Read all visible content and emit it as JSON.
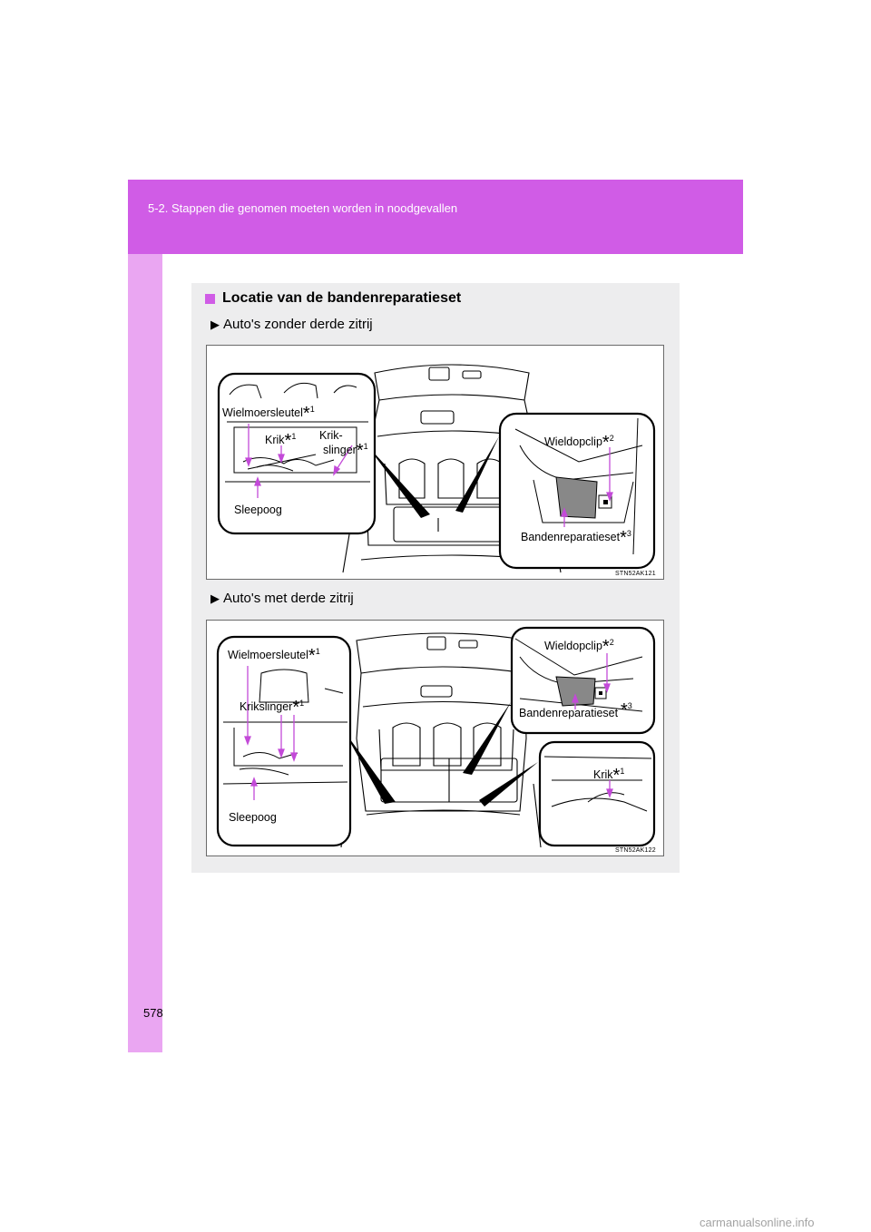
{
  "header": {
    "breadcrumb": "5-2. Stappen die genomen moeten worden in noodgevallen"
  },
  "section": {
    "title": "Locatie van de bandenreparatieset",
    "variant_1": "Auto's zonder derde zitrij",
    "variant_2": "Auto's met derde zitrij"
  },
  "figure_1": {
    "code": "STN52AK121",
    "labels": {
      "wielmoersleutel": "Wielmoersleutel",
      "krik": "Krik",
      "krik_slinger_1": "Krik-",
      "krik_slinger_2": "slinger",
      "sleepoog": "Sleepoog",
      "wieldopclip": "Wieldopclip",
      "bandenreparatieset": "Bandenreparatieset"
    },
    "marks": {
      "asterisk": "*",
      "n1": "1",
      "n2": "2",
      "n3": "3"
    }
  },
  "figure_2": {
    "code": "STN52AK122",
    "labels": {
      "wielmoersleutel": "Wielmoersleutel",
      "krikslinger": "Krikslinger",
      "sleepoog": "Sleepoog",
      "wieldopclip": "Wieldopclip",
      "bandenreparatieset": "Bandenreparatieset",
      "krik": "Krik"
    },
    "marks": {
      "asterisk": "*",
      "n1": "1",
      "n2": "2",
      "n3": "3"
    }
  },
  "footer": {
    "page_number": "578",
    "watermark": "carmanualsonline.info"
  },
  "colors": {
    "header_band": "#d05ce6",
    "side_strip": "#eaa6f2",
    "content_box": "#ededee",
    "callout_line": "#c34ad8"
  },
  "icons": {
    "heading_marker": "square-icon",
    "variant_marker": "triangle-right-icon"
  }
}
